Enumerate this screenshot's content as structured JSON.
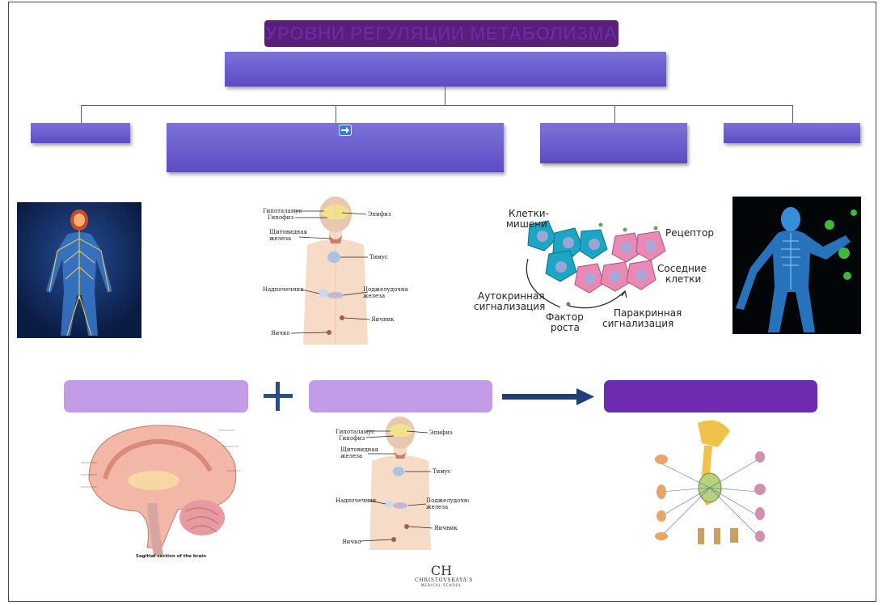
{
  "title": "УРОВНИ РЕГУЛЯЦИИ МЕТАБОЛИЗМА",
  "endocrine_labels": {
    "hypothalamus": "Гипоталамус",
    "pituitary": "Гипофиз",
    "epiphysis": "Эпифиз",
    "thyroid_1": "Щитовидная",
    "thyroid_2": "железа",
    "thymus": "Тимус",
    "adrenal": "Надпочечник",
    "pancreas_1": "Поджелудочная",
    "pancreas_2": "железа",
    "ovary": "Яичник",
    "testis": "Яичко"
  },
  "cell_labels": {
    "target_1": "Клетки-",
    "target_2": "мишени",
    "receptor": "Рецептор",
    "neighbor_1": "Соседние",
    "neighbor_2": "клетки",
    "autocrine_1": "Аутокринная",
    "autocrine_2": "сигнализация",
    "growth_1": "Фактор",
    "growth_2": "роста",
    "paracrine_1": "Паракринная",
    "paracrine_2": "сигнализация"
  },
  "brain_caption": "Sagittal section of the brain",
  "logo": {
    "monogram": "CH",
    "name": "CHRISTOVSKAYA'S",
    "sub": "MEDICAL SCHOOL"
  },
  "colors": {
    "title_bg": "#5a1f7a",
    "box": "#6a5fd0",
    "pill_light": "#c39ce8",
    "pill_dark": "#6c2bb0",
    "arrow": "#1f3f7a"
  },
  "icons": [
    "arrow-right-icon",
    "plus-icon",
    "arrow-right-icon"
  ]
}
